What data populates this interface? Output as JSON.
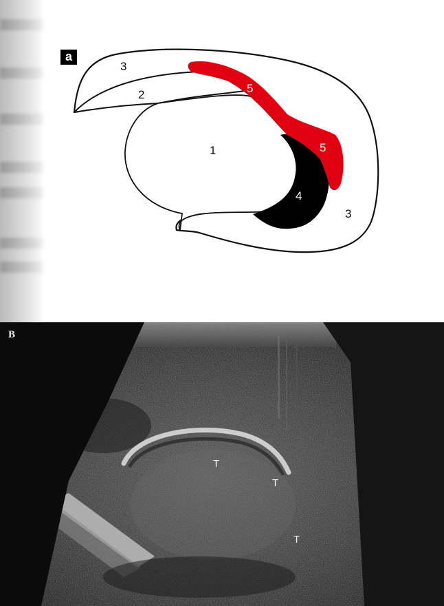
{
  "panel_a": {
    "label": "a",
    "regions": {
      "r1": "1",
      "r2": "2",
      "r3_top": "3",
      "r3_bottom": "3",
      "r4": "4",
      "r5_upper": "5",
      "r5_lower": "5"
    },
    "colors": {
      "region5_fill": "#e0000f",
      "region4_fill": "#000000",
      "outline": "#111111"
    }
  },
  "panel_b": {
    "label": "B",
    "markers": [
      "T",
      "T",
      "T"
    ]
  }
}
